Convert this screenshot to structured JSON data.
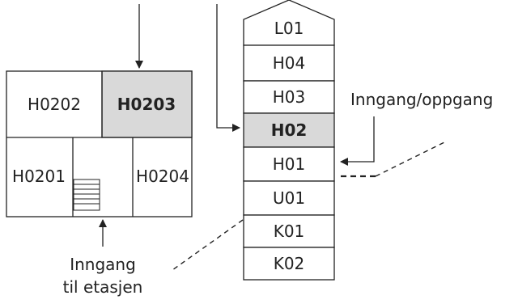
{
  "floor_plan": {
    "units": [
      {
        "id": "H0202",
        "highlighted": false
      },
      {
        "id": "H0203",
        "highlighted": true
      },
      {
        "id": "H0201",
        "highlighted": false
      },
      {
        "id": "H0204",
        "highlighted": false
      }
    ],
    "entrance_label_line1": "Inngang",
    "entrance_label_line2": "til etasjen"
  },
  "building": {
    "floors": [
      {
        "id": "L01",
        "highlighted": false
      },
      {
        "id": "H04",
        "highlighted": false
      },
      {
        "id": "H03",
        "highlighted": false
      },
      {
        "id": "H02",
        "highlighted": true
      },
      {
        "id": "H01",
        "highlighted": false
      },
      {
        "id": "U01",
        "highlighted": false
      },
      {
        "id": "K01",
        "highlighted": false
      },
      {
        "id": "K02",
        "highlighted": false
      }
    ],
    "entrance_label": "Inngang/oppgang"
  },
  "colors": {
    "highlight_fill": "#d9d9d9",
    "stroke": "#222222",
    "background": "#ffffff"
  }
}
